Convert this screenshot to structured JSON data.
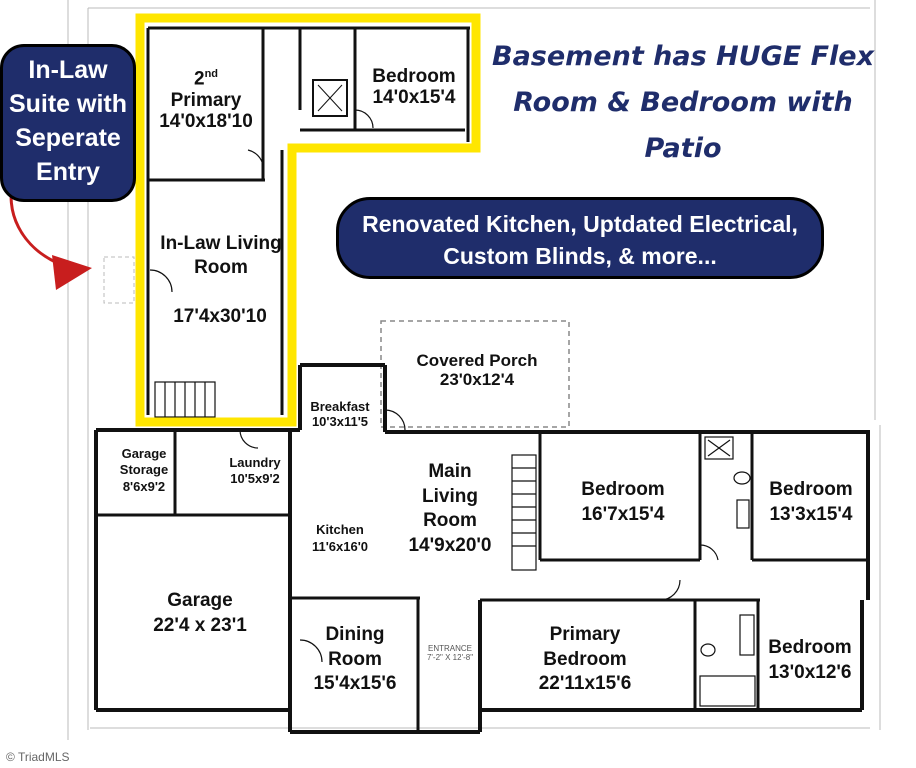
{
  "callouts": {
    "inlaw_suite": "In-Law Suite with Seperate Entry",
    "basement_note": "Basement has HUGE Flex Room & Bedroom with Patio",
    "renovations": "Renovated Kitchen, Uptdated Electrical, Custom Blinds, & more..."
  },
  "rooms": {
    "second_primary": {
      "name": "Primary",
      "sup_prefix": "2",
      "sup": "nd",
      "dims": "14'0x18'10"
    },
    "upper_bedroom": {
      "name": "Bedroom",
      "dims": "14'0x15'4"
    },
    "inlaw_living": {
      "name": "In-Law Living Room",
      "dims": "17'4x30'10"
    },
    "covered_porch": {
      "name": "Covered Porch",
      "dims": "23'0x12'4"
    },
    "breakfast": {
      "name": "Breakfast",
      "dims": "10'3x11'5"
    },
    "garage_storage": {
      "name": "Garage Storage",
      "dims": "8'6x9'2"
    },
    "laundry": {
      "name": "Laundry",
      "dims": "10'5x9'2"
    },
    "main_living": {
      "name": "Main Living Room",
      "dims": "14'9x20'0"
    },
    "bedroom_mid": {
      "name": "Bedroom",
      "dims": "16'7x15'4"
    },
    "bedroom_right": {
      "name": "Bedroom",
      "dims": "13'3x15'4"
    },
    "kitchen": {
      "name": "Kitchen",
      "dims": "11'6x16'0"
    },
    "garage": {
      "name": "Garage",
      "dims": "22'4 x 23'1"
    },
    "dining": {
      "name": "Dining Room",
      "dims": "15'4x15'6"
    },
    "primary_bedroom": {
      "name": "Primary Bedroom",
      "dims": "22'11x15'6"
    },
    "bedroom_small": {
      "name": "Bedroom",
      "dims": "13'0x12'6"
    }
  },
  "entrance": {
    "label": "ENTRANCE",
    "dims": "7'-2\" X 12'-8\""
  },
  "watermark": "© TriadMLS",
  "colors": {
    "highlight": "#ffe600",
    "callout_bg": "#1f2d6b",
    "wall": "#111111"
  }
}
